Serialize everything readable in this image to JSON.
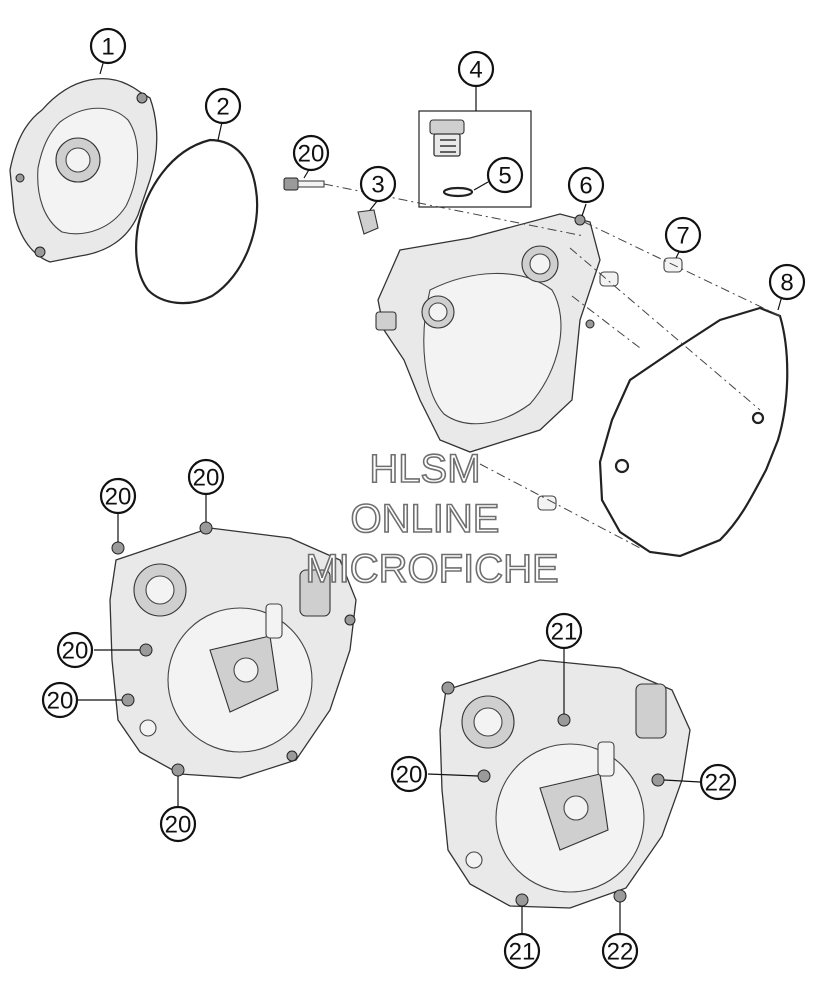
{
  "watermark": {
    "line1": "HLSM",
    "line2": "ONLINE",
    "line3": "MICROFICHE"
  },
  "callouts": {
    "c1": "1",
    "c2": "2",
    "c3": "3",
    "c4": "4",
    "c5": "5",
    "c6": "6",
    "c7": "7",
    "c8": "8",
    "c20": "20",
    "c21": "21",
    "c22": "22"
  }
}
